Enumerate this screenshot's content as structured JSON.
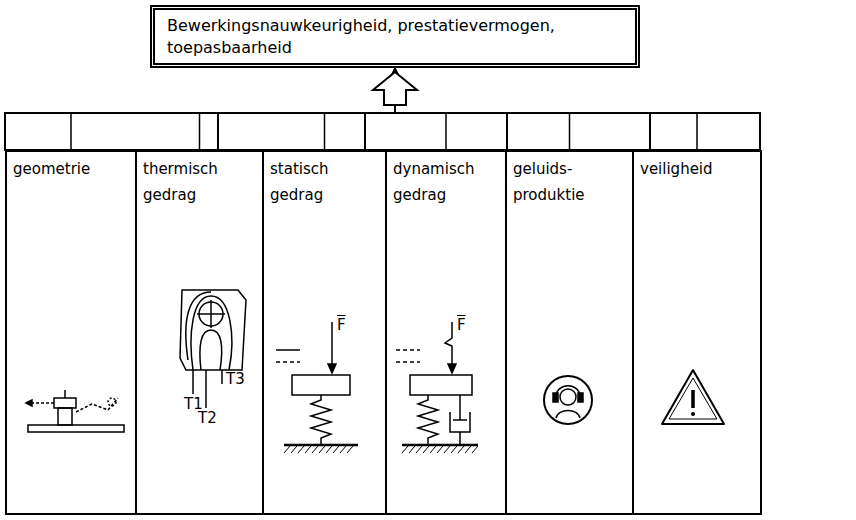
{
  "diagram": {
    "nodes": [
      {
        "text": [
          "Bewerkingsnauwkeurigheid, prestatievermogen, toepasbaarheid"
        ]
      },
      {
        "text": [
          "geometrie"
        ]
      },
      {
        "text": [
          "thermisch gedrag"
        ]
      },
      {
        "text": [
          "statisch gedrag"
        ]
      },
      {
        "text": [
          "dynamisch gedrag"
        ]
      },
      {
        "text": [
          "geluids- produktie"
        ]
      },
      {
        "text": [
          "veiligheid"
        ]
      }
    ],
    "edges": [
      {
        "from": 1,
        "to": 0,
        "arrow": "to"
      },
      {
        "from": 2,
        "to": 0,
        "arrow": "to"
      },
      {
        "from": 3,
        "to": 0,
        "arrow": "to"
      },
      {
        "from": 4,
        "to": 0,
        "arrow": "to"
      },
      {
        "from": 5,
        "to": 0,
        "arrow": "to"
      },
      {
        "from": 6,
        "to": 0,
        "arrow": "to"
      }
    ],
    "labels": [
      "F",
      "F",
      "T1",
      "T2",
      "T3"
    ]
  }
}
